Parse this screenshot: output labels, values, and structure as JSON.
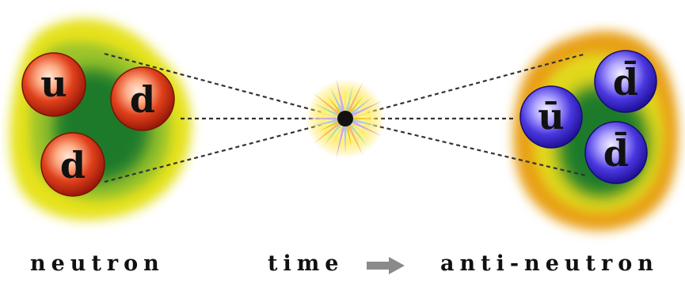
{
  "neutron": {
    "quarks": [
      {
        "id": "u",
        "label": "u"
      },
      {
        "id": "d1",
        "label": "d"
      },
      {
        "id": "d2",
        "label": "d"
      }
    ]
  },
  "anti_neutron": {
    "quarks": [
      {
        "id": "ubar",
        "label": "ū"
      },
      {
        "id": "dbar1",
        "label": "d̄"
      },
      {
        "id": "dbar2",
        "label": "d̄"
      }
    ]
  },
  "captions": {
    "left": "neutron",
    "middle": "time",
    "right": "anti-neutron"
  },
  "colors": {
    "quark_red": "#c92a12",
    "antiquark_blue": "#3b2bd6",
    "cloud_yellow": "#e8e01a",
    "cloud_green": "#1f7a2a",
    "cloud_orange": "#e8a014",
    "arrow_gray": "#8a8a8a"
  },
  "icons": {
    "time_arrow": "right-arrow-icon",
    "interaction_point": "starburst-icon"
  }
}
